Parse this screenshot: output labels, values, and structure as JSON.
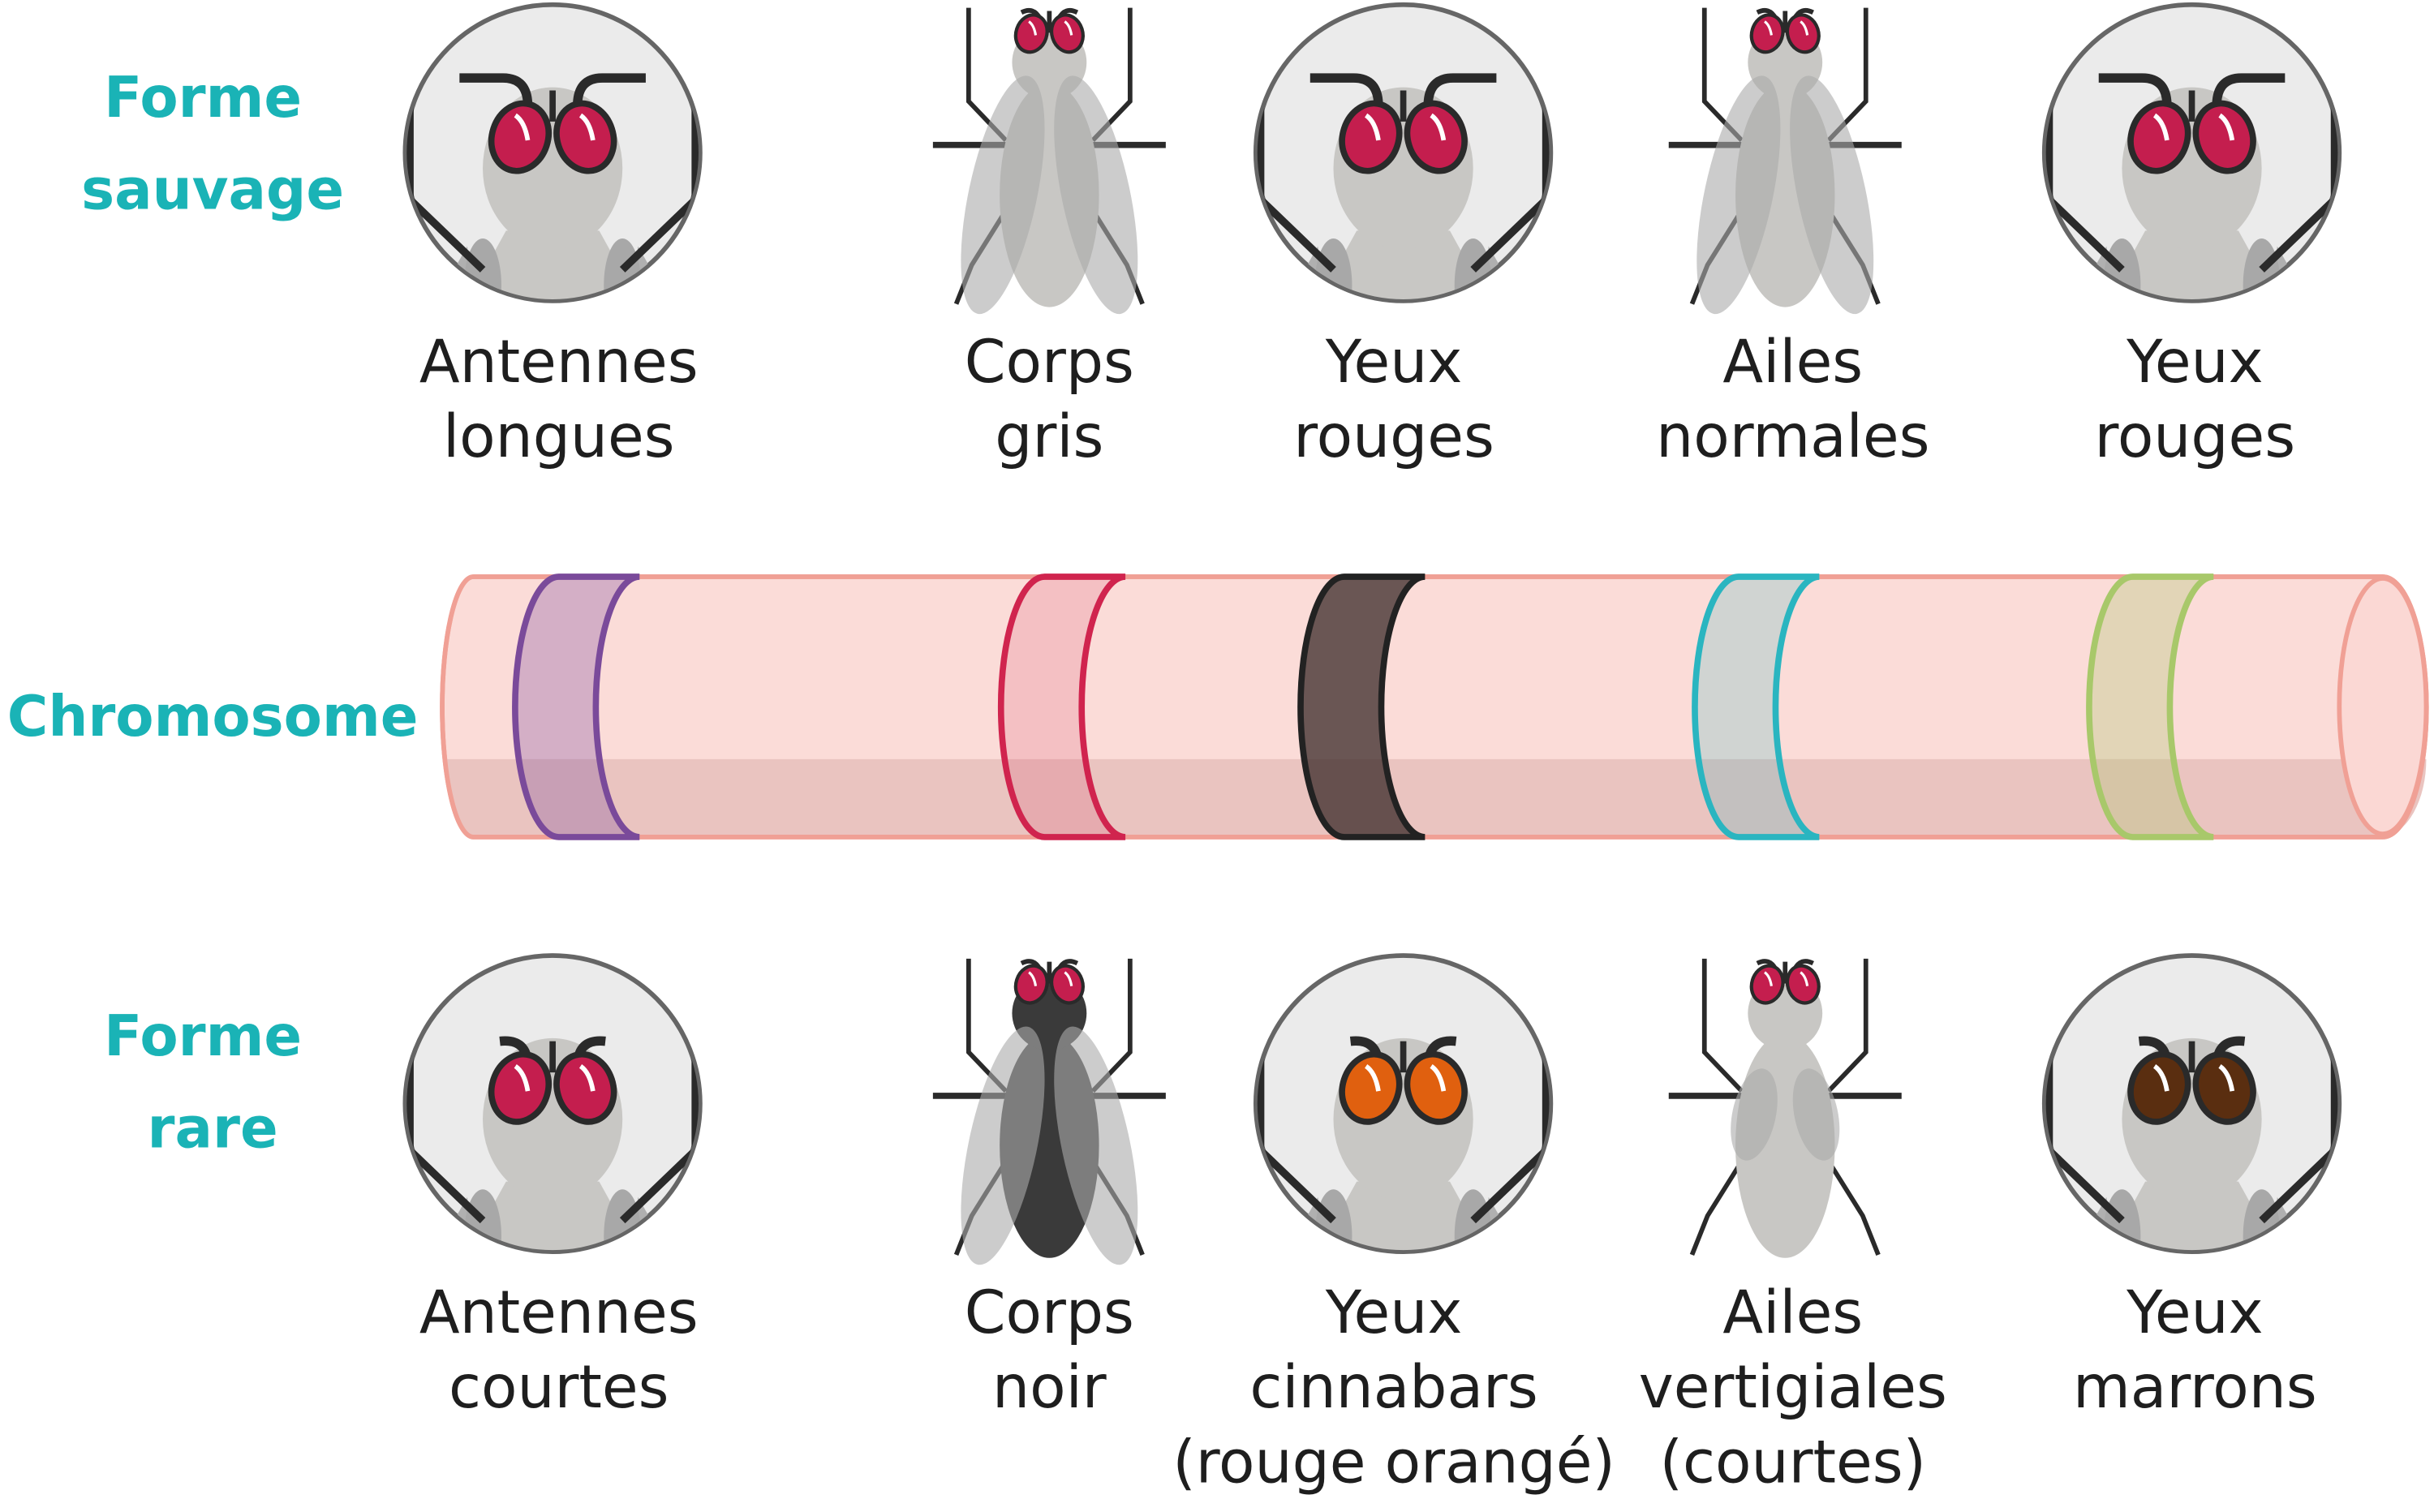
{
  "row_labels": {
    "wild": [
      "Forme",
      "sauvage"
    ],
    "chromosome": "Chromosome",
    "rare": [
      "Forme",
      "rare"
    ]
  },
  "wild": [
    {
      "lines": [
        "Antennes",
        "longues"
      ]
    },
    {
      "lines": [
        "Corps",
        "gris"
      ]
    },
    {
      "lines": [
        "Yeux",
        "rouges"
      ]
    },
    {
      "lines": [
        "Ailes",
        "normales"
      ]
    },
    {
      "lines": [
        "Yeux",
        "rouges"
      ]
    }
  ],
  "rare": [
    {
      "lines": [
        "Antennes",
        "courtes"
      ]
    },
    {
      "lines": [
        "Corps",
        "noir"
      ]
    },
    {
      "lines": [
        "Yeux",
        "cinnabars",
        "(rouge orangé)"
      ]
    },
    {
      "lines": [
        "Ailes",
        "vertigiales",
        "(courtes)"
      ]
    },
    {
      "lines": [
        "Yeux",
        "marrons"
      ]
    }
  ],
  "colors": {
    "accent": "#1ab3b6",
    "eye_red": "#c41e4e",
    "eye_orange": "#e0600f",
    "eye_brown": "#5a2e10",
    "band_purple": "#7a4a9a",
    "band_red": "#d0244e",
    "band_dark": "#222222",
    "band_teal": "#2ab5c0",
    "band_green": "#a8c86a"
  }
}
